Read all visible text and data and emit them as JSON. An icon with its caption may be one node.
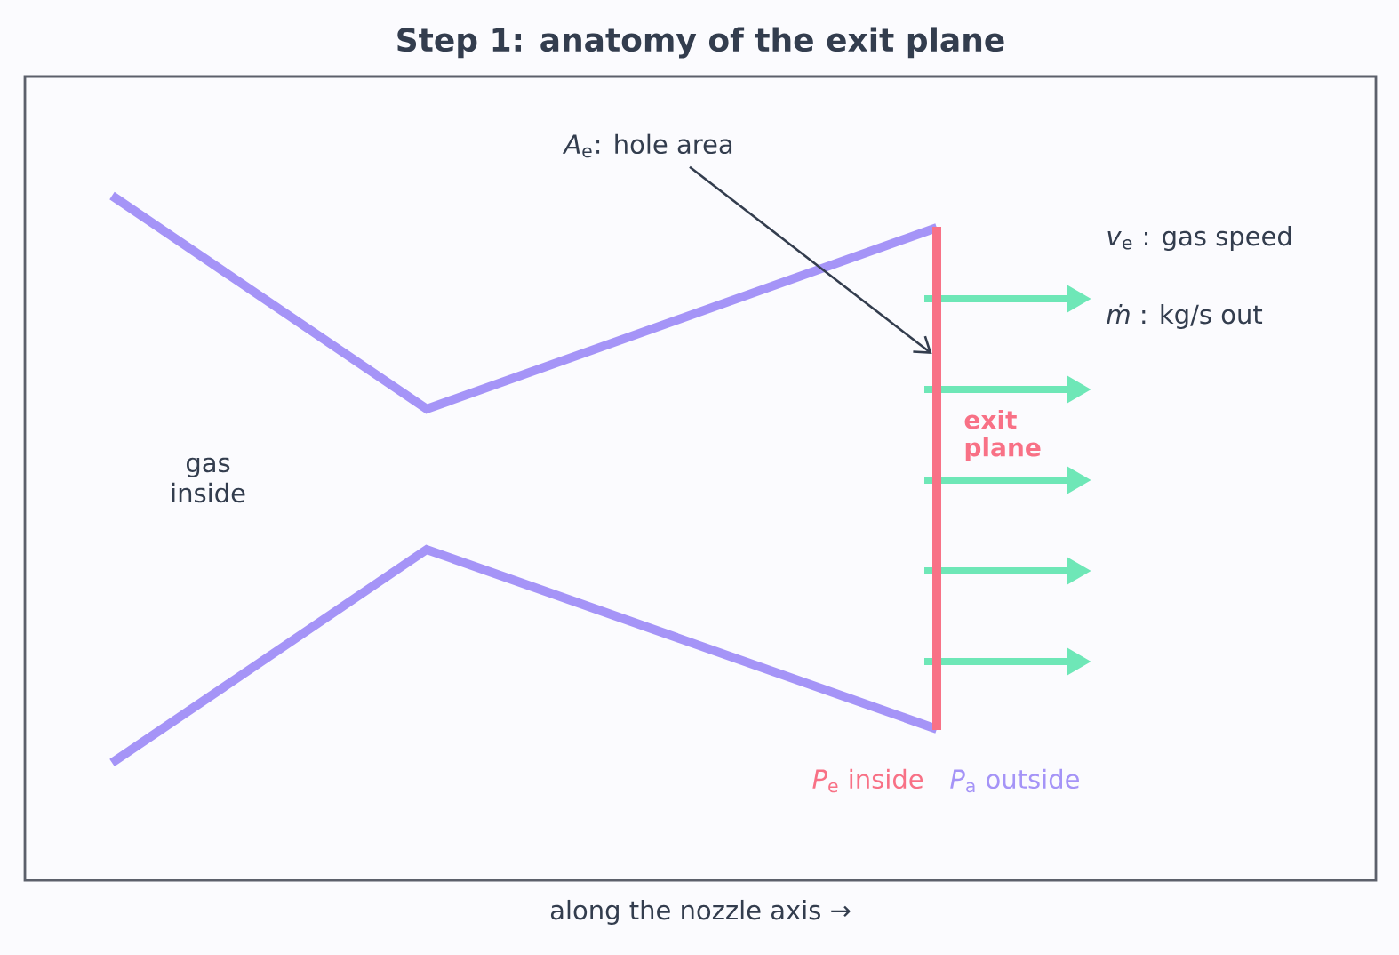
{
  "diagram": {
    "title": "Step 1: anatomy of the exit plane",
    "nodes": [
      {
        "text": [
          "*A*$_{e}$: hole area"
        ]
      },
      {
        "text": [],
        "shape": "bar"
      }
    ],
    "edges": [
      {
        "from": 0,
        "to": 1,
        "arrow": "to"
      }
    ],
    "labels": [
      "*v*$_{e}$ : gas speed",
      "*ṁ* : kg/s out",
      "gas inside",
      "exit plane",
      "*P*$_{e}$ inside",
      "*P*$_{a}$ outside",
      "along the nozzle axis →"
    ]
  }
}
